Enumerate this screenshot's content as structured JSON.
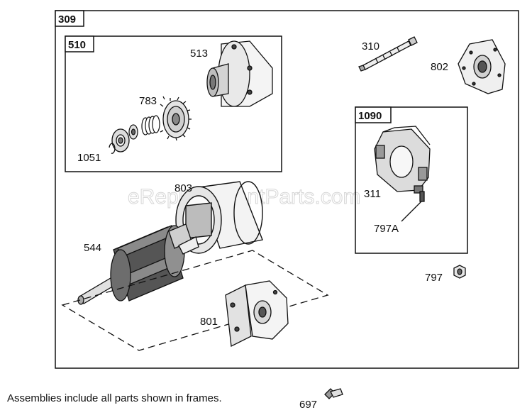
{
  "watermark": "eReplacementParts.com",
  "note": "Assemblies include all parts shown in frames.",
  "frames": {
    "main": "309",
    "drive": "510",
    "brush": "1090"
  },
  "parts": {
    "p513": "513",
    "p783": "783",
    "p1051": "1051",
    "p310": "310",
    "p802": "802",
    "p803": "803",
    "p544": "544",
    "p311": "311",
    "p797a": "797A",
    "p797": "797",
    "p801": "801",
    "p697": "697"
  }
}
